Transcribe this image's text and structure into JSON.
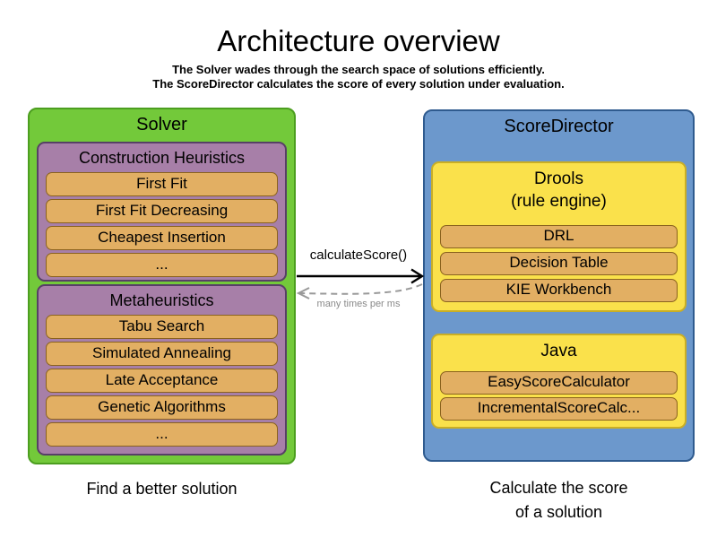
{
  "title": "Architecture overview",
  "subtitle": [
    "The Solver wades through the search space of solutions efficiently.",
    "The ScoreDirector calculates the score of every solution under evaluation."
  ],
  "solver": {
    "label": "Solver",
    "caption": "Find a better solution",
    "groups": [
      {
        "label": "Construction Heuristics",
        "items": [
          "First Fit",
          "First Fit Decreasing",
          "Cheapest Insertion",
          "..."
        ]
      },
      {
        "label": "Metaheuristics",
        "items": [
          "Tabu Search",
          "Simulated Annealing",
          "Late Acceptance",
          "Genetic Algorithms",
          "..."
        ]
      }
    ]
  },
  "score_director": {
    "label": "ScoreDirector",
    "caption": [
      "Calculate the score",
      "of a solution"
    ],
    "groups": [
      {
        "label": "Drools",
        "sublabel": "(rule engine)",
        "items": [
          "DRL",
          "Decision Table",
          "KIE Workbench"
        ]
      },
      {
        "label": "Java",
        "items": [
          "EasyScoreCalculator",
          "IncrementalScoreCalc..."
        ]
      }
    ]
  },
  "connection": {
    "call_label": "calculateScore()",
    "return_label": "many times per ms"
  },
  "colors": {
    "green_fill": "#73C93A",
    "green_border": "#4C9E1F",
    "purple_fill": "#A77FA8",
    "purple_border": "#574066",
    "orange_fill": "#E2AF63",
    "orange_border": "#8A621E",
    "yellow_fill": "#FAE14B",
    "yellow_border": "#C9AE25",
    "blue_fill": "#6C98CC",
    "blue_border": "#2F5B8F",
    "arrow_black": "#000000",
    "arrow_gray": "#999999",
    "muted_text": "#8A8A8A"
  }
}
